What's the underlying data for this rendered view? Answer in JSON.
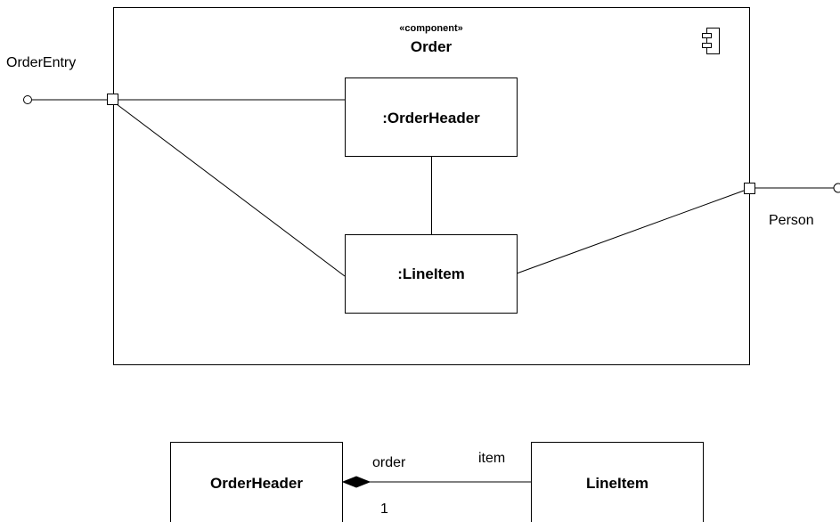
{
  "component": {
    "stereotype": "«component»",
    "name": "Order",
    "icon": "component-icon"
  },
  "ports": {
    "left_interface": "OrderEntry",
    "right_interface": "Person"
  },
  "parts": {
    "header": ":OrderHeader",
    "lineitem": ":LineItem"
  },
  "class_diagram": {
    "left_class": "OrderHeader",
    "right_class": "LineItem",
    "role_left": "order",
    "role_right": "item",
    "multiplicity_left": "1"
  }
}
